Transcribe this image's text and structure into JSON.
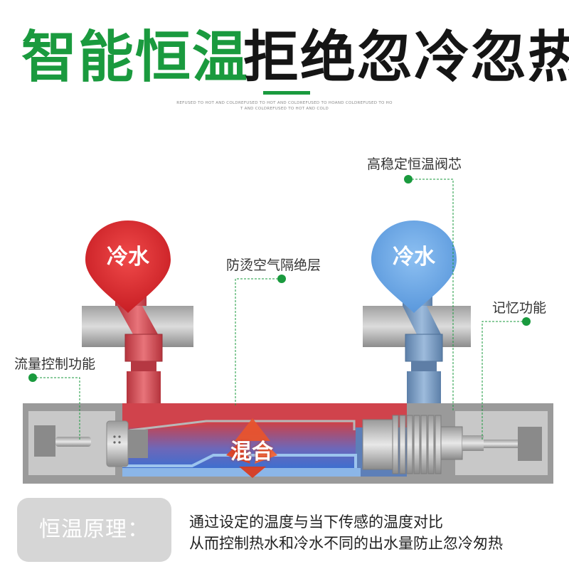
{
  "header": {
    "title_green": "智能恒温",
    "title_dark": "拒绝忽冷忽热",
    "subtitle_line1": "REFUSED TO HOT AND COLDREFUSED TO HOT AND COLDREFUSED TO HOAND COLDREFUSED TO HO",
    "subtitle_line2": "T AND COLDREFUSED TO HOT AND COLD"
  },
  "diagram": {
    "left_drop_label": "冷水",
    "right_drop_label": "冷水",
    "mix_label": "混合",
    "callouts": {
      "valve_core": "高稳定恒温阀芯",
      "insulation": "防烫空气隔绝层",
      "memory": "记忆功能",
      "flow_control": "流量控制功能"
    }
  },
  "principle": {
    "label": "恒温原理：",
    "line1": "通过设定的温度与当下传感的温度对比",
    "line2": "从而控制热水和冷水不同的出水量防止忽冷匆热"
  },
  "colors": {
    "brand_green": "#1a9a3e",
    "hot_red": "#e53935",
    "cold_blue": "#6aa8e8",
    "callout_dot": "#1a9a3e"
  }
}
